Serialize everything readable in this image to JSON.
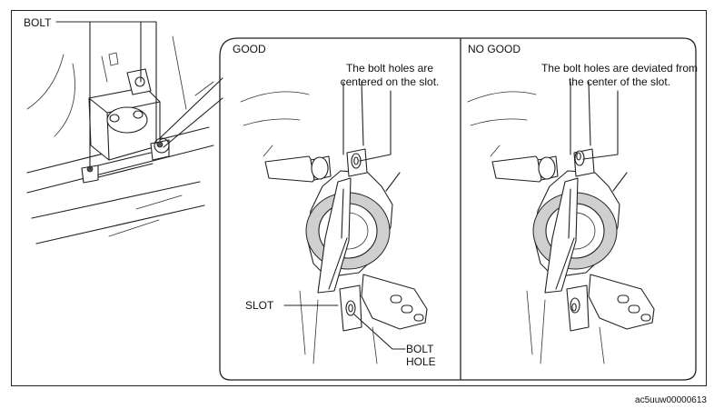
{
  "callouts": {
    "bolt": "BOLT",
    "slot": "SLOT",
    "bolt_hole": "BOLT\nHOLE"
  },
  "panels": {
    "good": {
      "title": "GOOD",
      "note": "The bolt holes are centered on the slot."
    },
    "no_good": {
      "title": "NO GOOD",
      "note": "The bolt holes are deviated from the center of the slot."
    }
  },
  "figure_id": "ac5uuw00000613"
}
